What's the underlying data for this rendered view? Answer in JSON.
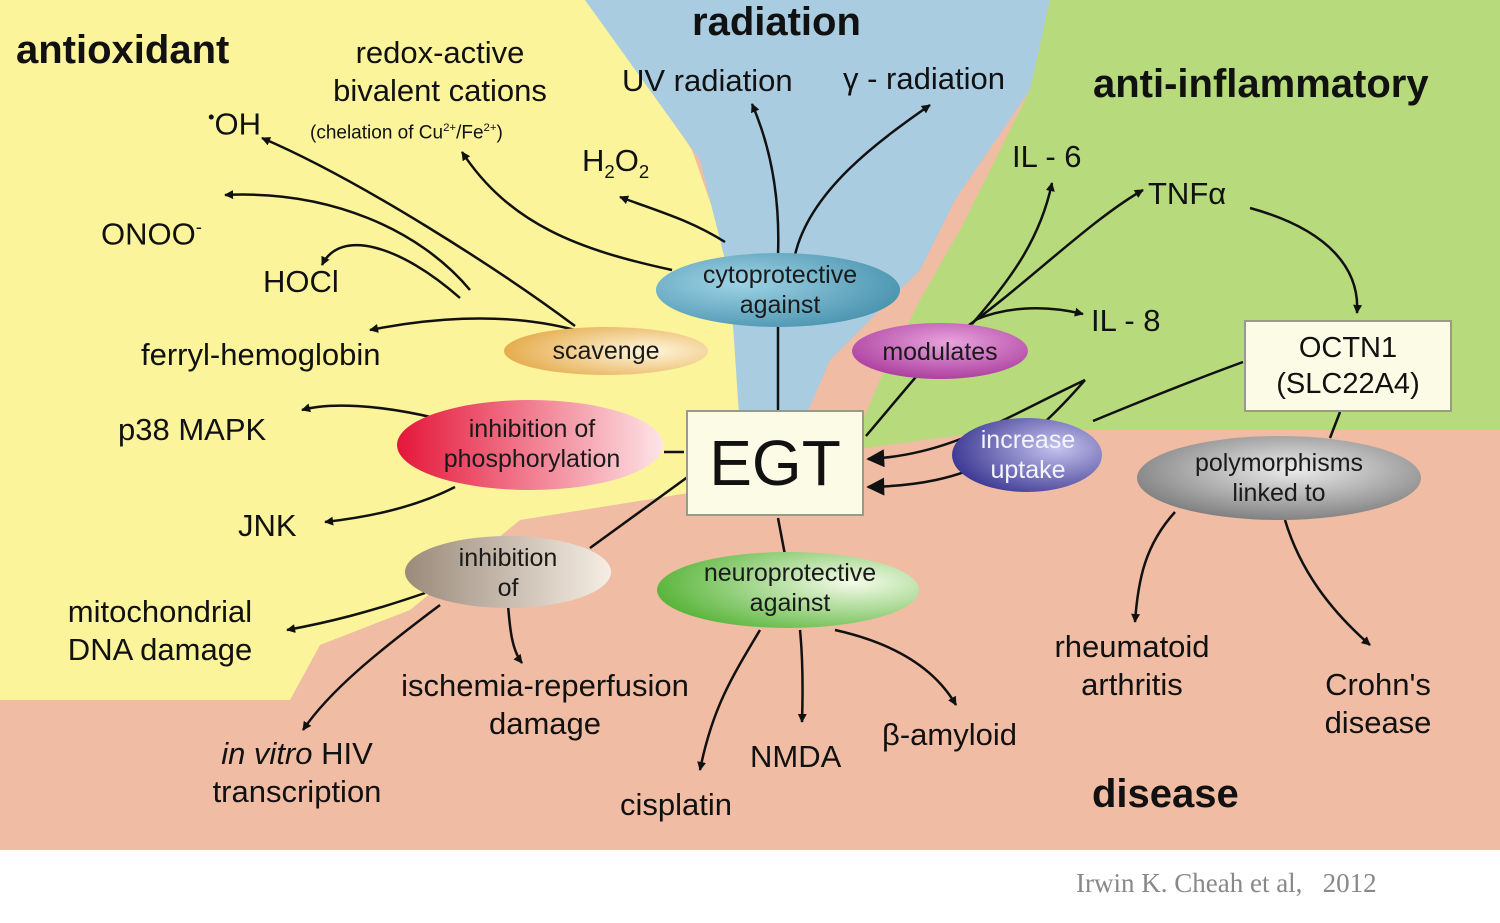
{
  "regions": {
    "antioxidant": "antioxidant",
    "radiation": "radiation",
    "anti_inflammatory": "anti-inflammatory",
    "disease": "disease"
  },
  "center": "EGT",
  "ovals": {
    "cytoprotective": [
      "cytoprotective",
      "against"
    ],
    "scavenge": "scavenge",
    "modulates": "modulates",
    "inhibition_phos": [
      "inhibition of",
      "phosphorylation"
    ],
    "increase_uptake": [
      "increase",
      "uptake"
    ],
    "polymorphisms": [
      "polymorphisms",
      "linked to"
    ],
    "inhibition_of": [
      "inhibition",
      "of"
    ],
    "neuroprotective": [
      "neuroprotective",
      "against"
    ]
  },
  "targets": {
    "uv": "UV radiation",
    "gamma": "γ - radiation",
    "h2o2": {
      "base": "H",
      "sub1": "2",
      "mid": "O",
      "sub2": "2"
    },
    "redox": [
      "redox-active",
      "bivalent cations"
    ],
    "chelation": {
      "pre": "(chelation of Cu",
      "sup1": "2+",
      "mid": "/Fe",
      "sup2": "2+",
      "post": ")"
    },
    "oh": {
      "sup": "•",
      "text": "OH"
    },
    "onoo": {
      "text": "ONOO",
      "sup": "-"
    },
    "hocl": "HOCl",
    "ferryl": "ferryl-hemoglobin",
    "p38": "p38 MAPK",
    "jnk": "JNK",
    "mito": [
      "mitochondrial",
      "DNA damage"
    ],
    "hiv": {
      "italic": "in vitro",
      "rest": " HIV",
      "line2": "transcription"
    },
    "ischemia": [
      "ischemia-reperfusion",
      "damage"
    ],
    "cisplatin": "cisplatin",
    "nmda": "NMDA",
    "amyloid": "β-amyloid",
    "il6": "IL - 6",
    "tnf": "TNFα",
    "il8": "IL - 8",
    "octn1": [
      "OCTN1",
      "(SLC22A4)"
    ],
    "ra": [
      "rheumatoid",
      "arthritis"
    ],
    "crohn": [
      "Crohn's",
      "disease"
    ]
  },
  "citation": "Irwin K. Cheah et al,   2012",
  "colors": {
    "antioxidant_bg": "#fbf49a",
    "radiation_bg": "#a9cce0",
    "anti_inflammatory_bg": "#b6da7c",
    "disease_bg": "#f0bca3",
    "box_fill": "#fbfbe6"
  }
}
